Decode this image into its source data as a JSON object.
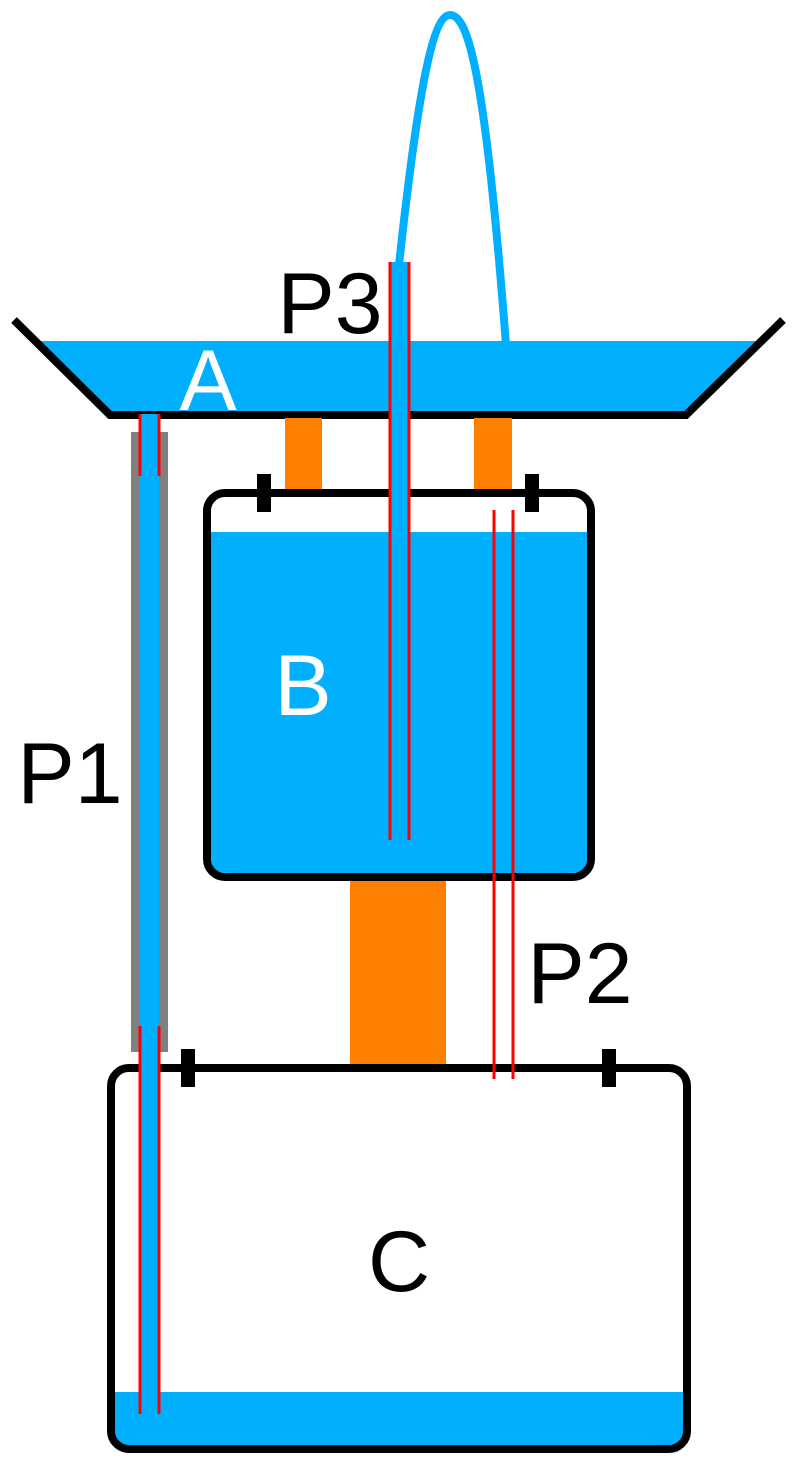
{
  "labels": {
    "basin": "A",
    "upper_tank": "B",
    "lower_tank": "C",
    "pipe1": "P1",
    "pipe2": "P2",
    "pipe3": "P3"
  },
  "colors": {
    "water": "#00b0ff",
    "support": "#ff8000",
    "pipe_wall": "#ff0000",
    "outline": "#000000",
    "sleeve": "#808080",
    "label_dark": "#000000",
    "label_light": "#ffffff"
  }
}
